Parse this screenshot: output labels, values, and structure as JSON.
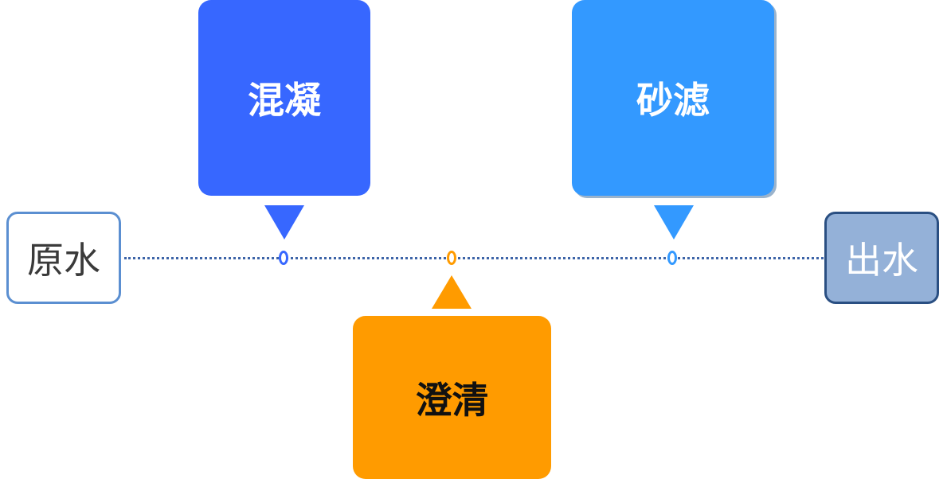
{
  "flow": {
    "start_label": "原水",
    "end_label": "出水"
  },
  "stages": {
    "coagulation": {
      "label": "混凝",
      "color": "#3767ff"
    },
    "clarification": {
      "label": "澄清",
      "color": "#ff9b00"
    },
    "sand_filtration": {
      "label": "砂滤",
      "color": "#3399ff"
    }
  },
  "colors": {
    "timeline": "#3d64a8",
    "start_border": "#5b8fd1",
    "end_fill": "#94b1d8",
    "end_border": "#2a4f82"
  }
}
